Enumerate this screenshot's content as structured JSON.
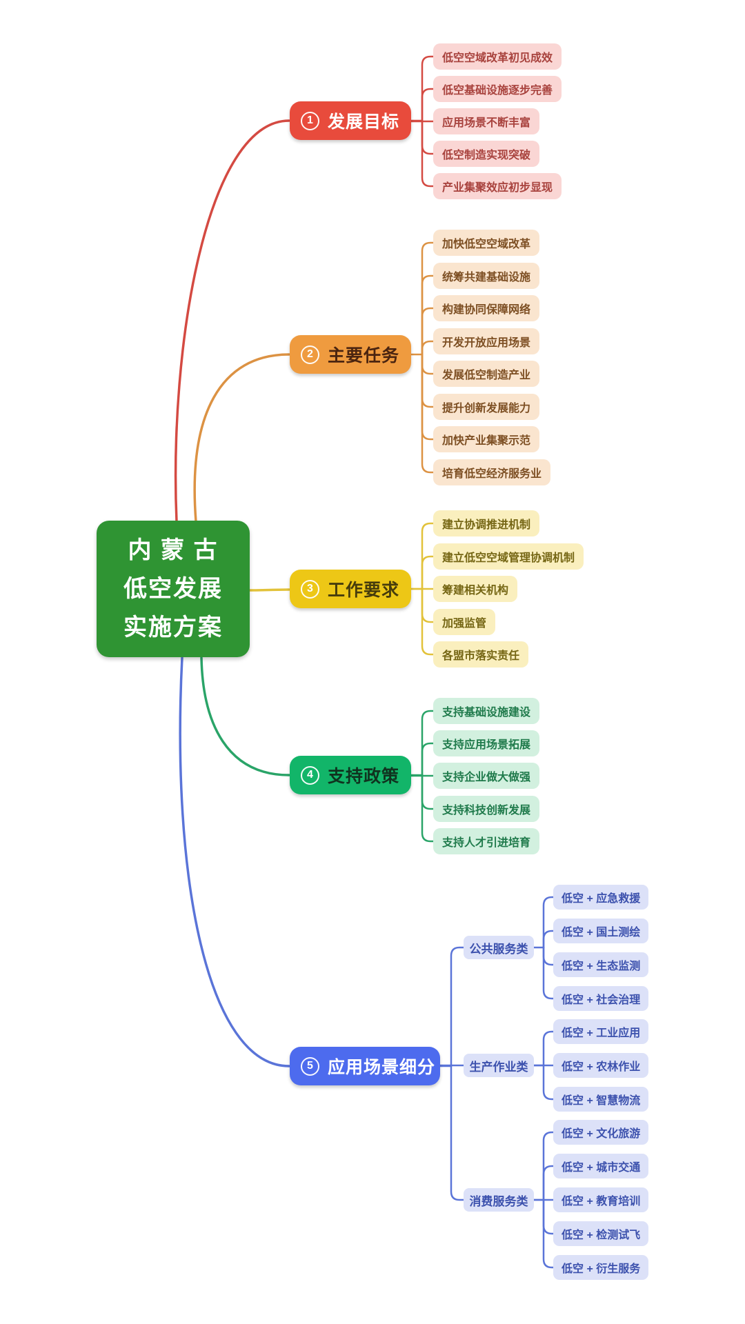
{
  "page_bg": "#ffffff",
  "root": {
    "lines": [
      "内 蒙 古",
      "低空发展",
      "实施方案"
    ],
    "bg": "#2f9433",
    "text_color": "#ffffff"
  },
  "branches": [
    {
      "number": "1",
      "label": "发展目标",
      "bg": "#e84b3c",
      "label_color": "#ffffff",
      "line_color": "#d44a42",
      "child_bg": "#fad6d4",
      "child_text": "#a8423d",
      "children": [
        "低空空域改革初见成效",
        "低空基础设施逐步完善",
        "应用场景不断丰富",
        "低空制造实现突破",
        "产业集聚效应初步显现"
      ]
    },
    {
      "number": "2",
      "label": "主要任务",
      "bg": "#ef9b3f",
      "label_color": "#4a2410",
      "line_color": "#dc9243",
      "child_bg": "#fae5cf",
      "child_text": "#7d4f23",
      "children": [
        "加快低空空域改革",
        "统筹共建基础设施",
        "构建协同保障网络",
        "开发开放应用场景",
        "发展低空制造产业",
        "提升创新发展能力",
        "加快产业集聚示范",
        "培育低空经济服务业"
      ]
    },
    {
      "number": "3",
      "label": "工作要求",
      "bg": "#edc716",
      "label_color": "#463c0c",
      "line_color": "#e2c23a",
      "child_bg": "#faefbe",
      "child_text": "#756614",
      "children": [
        "建立协调推进机制",
        "建立低空空域管理协调机制",
        "筹建相关机构",
        "加强监管",
        "各盟市落实责任"
      ]
    },
    {
      "number": "4",
      "label": "支持政策",
      "bg": "#12b569",
      "label_color": "#10331f",
      "line_color": "#2aa468",
      "child_bg": "#d2f0df",
      "child_text": "#1f7a4b",
      "children": [
        "支持基础设施建设",
        "支持应用场景拓展",
        "支持企业做大做强",
        "支持科技创新发展",
        "支持人才引进培育"
      ]
    },
    {
      "number": "5",
      "label": "应用场景细分",
      "bg": "#4d6bee",
      "label_color": "#ffffff",
      "line_color": "#5a74d8",
      "child_bg": "#dce1f8",
      "child_text": "#3c51ad",
      "groups": [
        {
          "label": "公共服务类",
          "children": [
            "低空 + 应急救援",
            "低空 + 国土测绘",
            "低空 + 生态监测",
            "低空 + 社会治理"
          ]
        },
        {
          "label": "生产作业类",
          "children": [
            "低空 + 工业应用",
            "低空 + 农林作业",
            "低空 + 智慧物流"
          ]
        },
        {
          "label": "消费服务类",
          "children": [
            "低空 + 文化旅游",
            "低空 + 城市交通",
            "低空 + 教育培训",
            "低空 + 检测试飞",
            "低空 + 衍生服务"
          ]
        }
      ]
    }
  ]
}
